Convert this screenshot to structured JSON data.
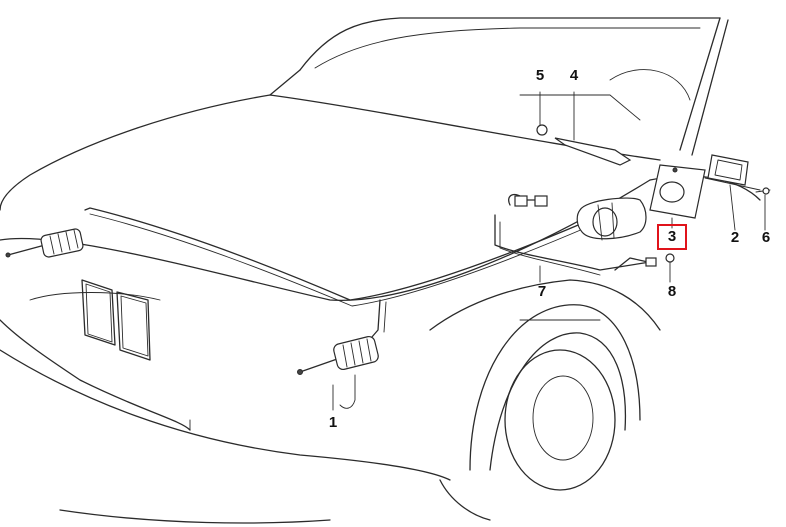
{
  "callouts": [
    {
      "id": "1",
      "label": "1",
      "highlighted": false
    },
    {
      "id": "2",
      "label": "2",
      "highlighted": false
    },
    {
      "id": "3",
      "label": "3",
      "highlighted": true
    },
    {
      "id": "4",
      "label": "4",
      "highlighted": false
    },
    {
      "id": "5",
      "label": "5",
      "highlighted": false
    },
    {
      "id": "6",
      "label": "6",
      "highlighted": false
    },
    {
      "id": "7",
      "label": "7",
      "highlighted": false
    },
    {
      "id": "8",
      "label": "8",
      "highlighted": false
    }
  ],
  "colors": {
    "line": "#2b2b2b",
    "highlight": "#e0131b",
    "background": "#ffffff"
  }
}
